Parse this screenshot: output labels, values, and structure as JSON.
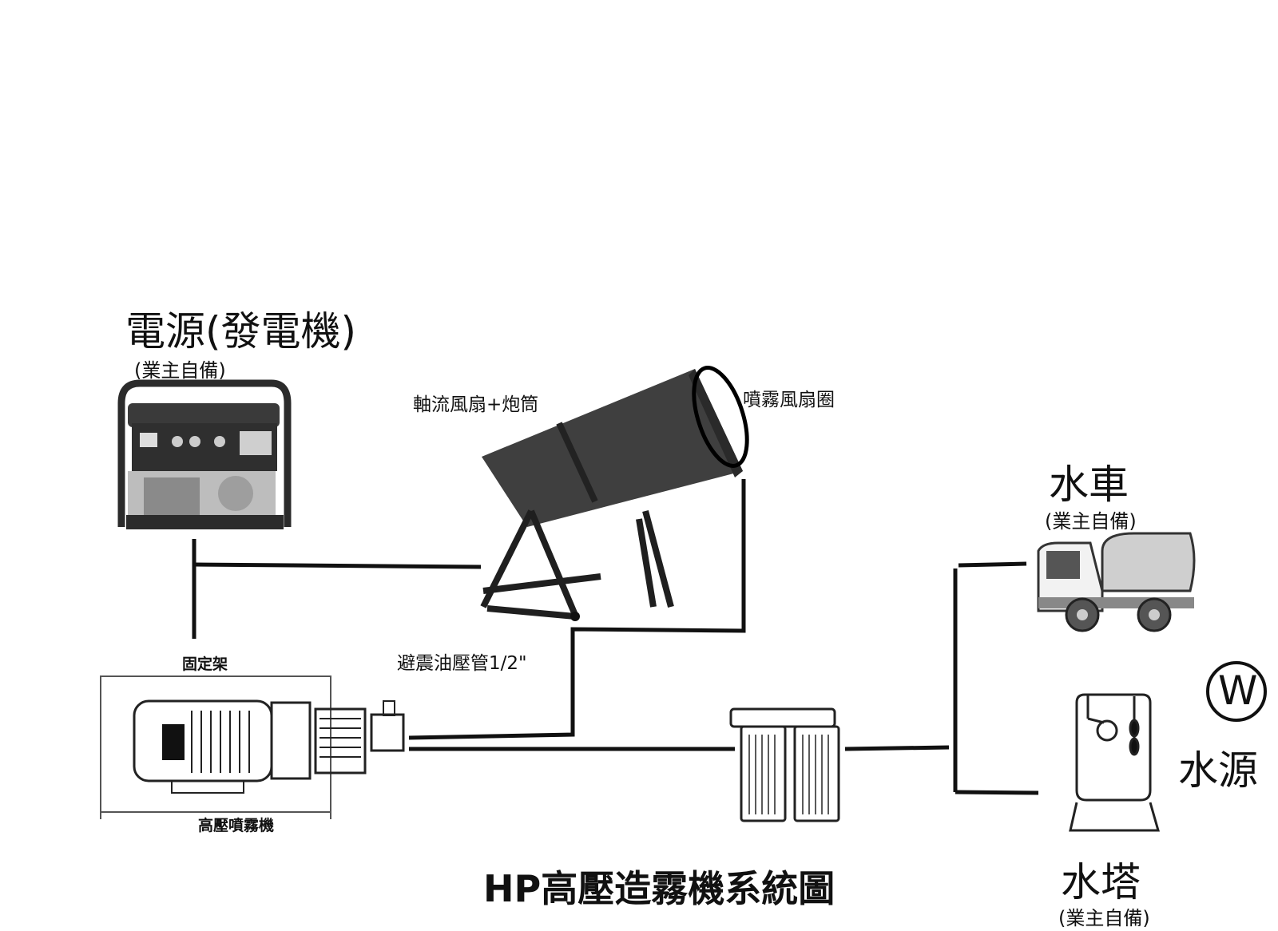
{
  "labels": {
    "power_title": "電源(發電機)",
    "power_note": "(業主自備)",
    "fan_label": "軸流風扇+炮筒",
    "ring_label": "噴霧風扇圈",
    "hose_label": "避震油壓管1/2\"",
    "frame_label": "固定架",
    "machine_label": "高壓噴霧機",
    "truck_title": "水車",
    "truck_note": "(業主自備)",
    "water_symbol": "W",
    "water_source": "水源",
    "tower_title": "水塔",
    "tower_note": "(業主自備)",
    "diagram_title": "HP高壓造霧機系統圖"
  },
  "components": [
    {
      "name": "generator",
      "icon": "generator-icon"
    },
    {
      "name": "axial-fan-cannon",
      "icon": "fan-cannon-icon"
    },
    {
      "name": "high-pressure-pump",
      "icon": "pump-motor-icon"
    },
    {
      "name": "filters",
      "icon": "filter-icon"
    },
    {
      "name": "water-truck",
      "icon": "truck-icon"
    },
    {
      "name": "water-tower",
      "icon": "tank-icon"
    }
  ],
  "colors": {
    "line": "#111111",
    "gray": "#4a4a4a",
    "dark": "#2b2b2b"
  }
}
